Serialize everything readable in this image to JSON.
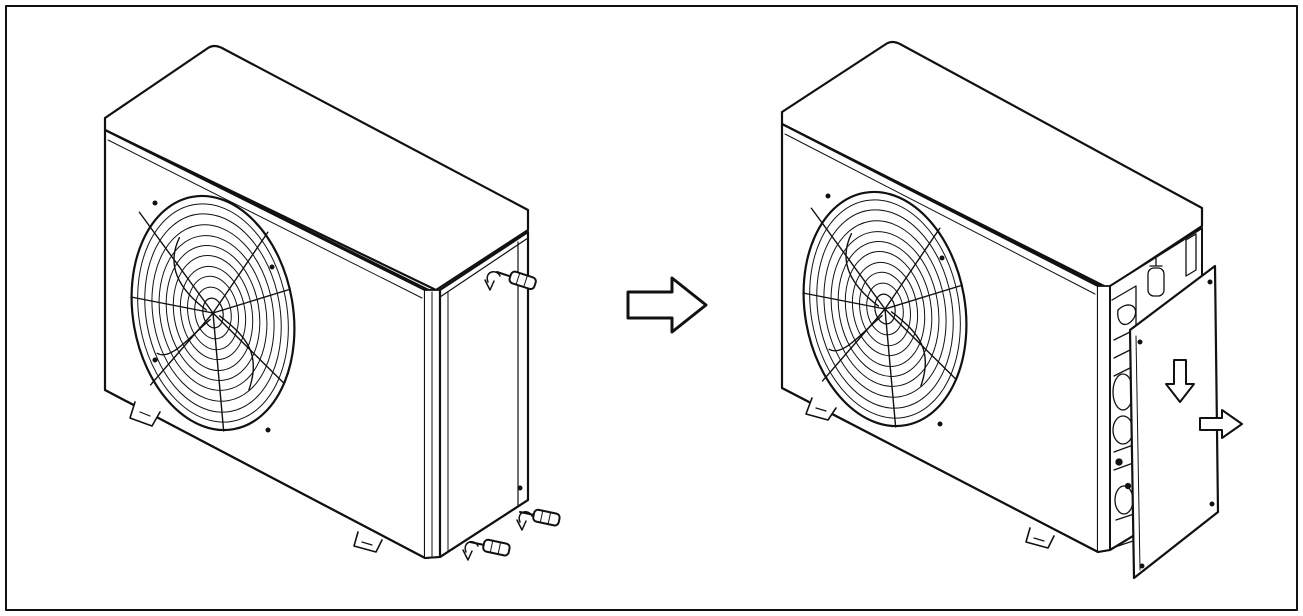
{
  "figure": {
    "steps": [
      {
        "id": "step-1",
        "action": "unscrew-side-panel-screws",
        "screw_count": 3
      },
      {
        "id": "step-2",
        "action": "slide-down-and-remove-side-panel"
      }
    ],
    "transition_icon": "hollow-arrow-right-icon",
    "motion_icons": [
      "hollow-arrow-down-icon",
      "hollow-arrow-right-icon"
    ],
    "colors": {
      "line": "#111111",
      "fill": "#ffffff",
      "shade": "#e6e6e6"
    }
  }
}
